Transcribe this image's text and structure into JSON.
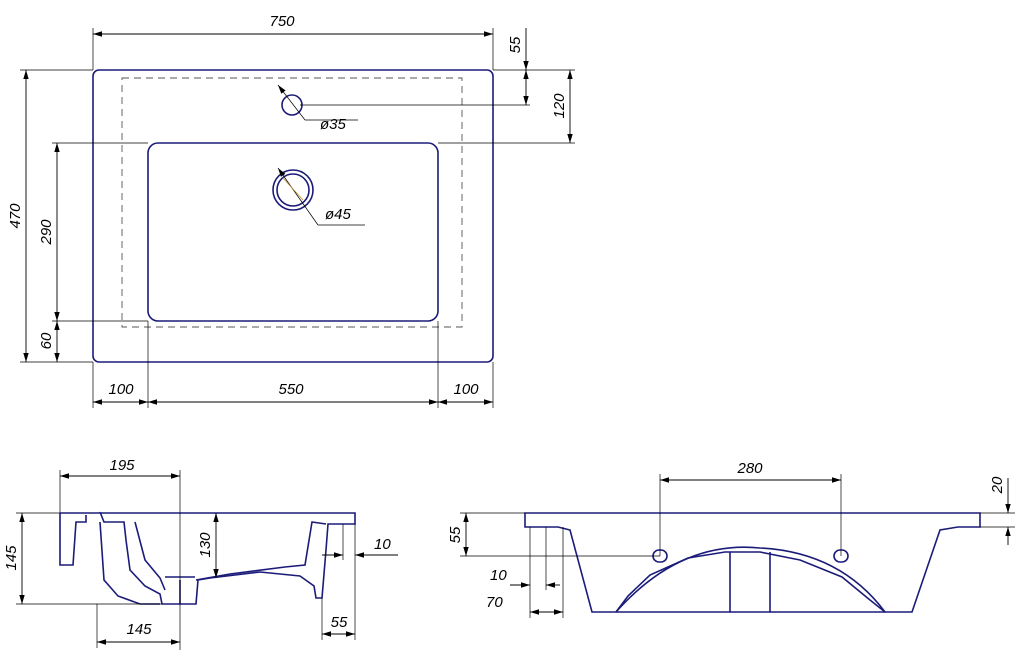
{
  "top_view": {
    "width_overall": "750",
    "edge_to_tap_hole": "55",
    "edge_to_bowl": "120",
    "depth_overall": "470",
    "bowl_depth": "290",
    "front_rim": "60",
    "tap_hole_diameter": "ø35",
    "drain_diameter": "ø45",
    "left_rim": "100",
    "bowl_width": "550",
    "right_rim": "100"
  },
  "side_view": {
    "back_to_drain": "195",
    "total_height": "145",
    "bowl_depth": "130",
    "lip": "10",
    "drain_offset": "145",
    "front_apron": "55"
  },
  "front_view": {
    "mount_holes_spacing": "280",
    "top_thickness": "20",
    "side_height": "55",
    "edge_inset": "10",
    "leg_offset": "70"
  }
}
